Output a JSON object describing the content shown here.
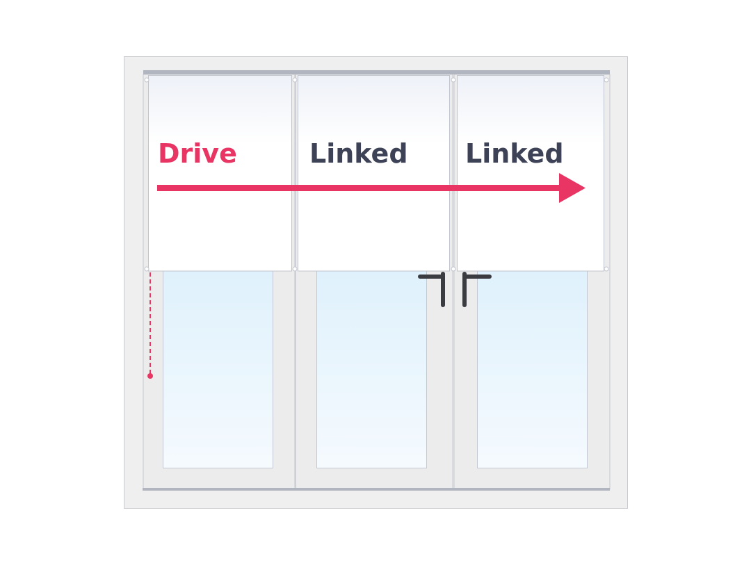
{
  "labels": {
    "panel_1": "Drive",
    "panel_2": "Linked",
    "panel_3": "Linked"
  },
  "colors": {
    "accent": "#e83564",
    "text_dark": "#3d4257",
    "frame": "#efefef",
    "rail": "#b0b5c0",
    "glass_top": "#dff1fc",
    "glass_bottom": "#f5fafe",
    "handle": "#3a3c42"
  }
}
